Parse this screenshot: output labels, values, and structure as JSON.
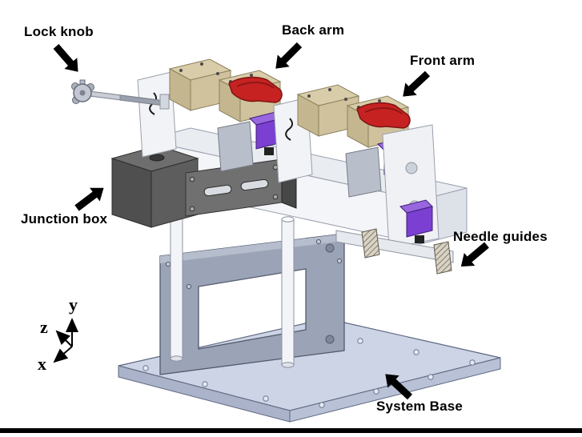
{
  "diagram": {
    "labels": {
      "lock_knob": "Lock knob",
      "back_arm": "Back arm",
      "front_arm": "Front arm",
      "junction_box": "Junction box",
      "needle_guides": "Needle guides",
      "system_base": "System Base"
    },
    "axes": {
      "x": "x",
      "y": "y",
      "z": "z"
    },
    "colors": {
      "arm_red": "#c62222",
      "actuator_tan": "#d9cda9",
      "motor_purple": "#7b3fd1",
      "junction_box_gray": "#5d5d5d",
      "base_plate": "#ccd4e6",
      "frame_gray": "#9ba3b6",
      "callout_black": "#000000"
    }
  }
}
